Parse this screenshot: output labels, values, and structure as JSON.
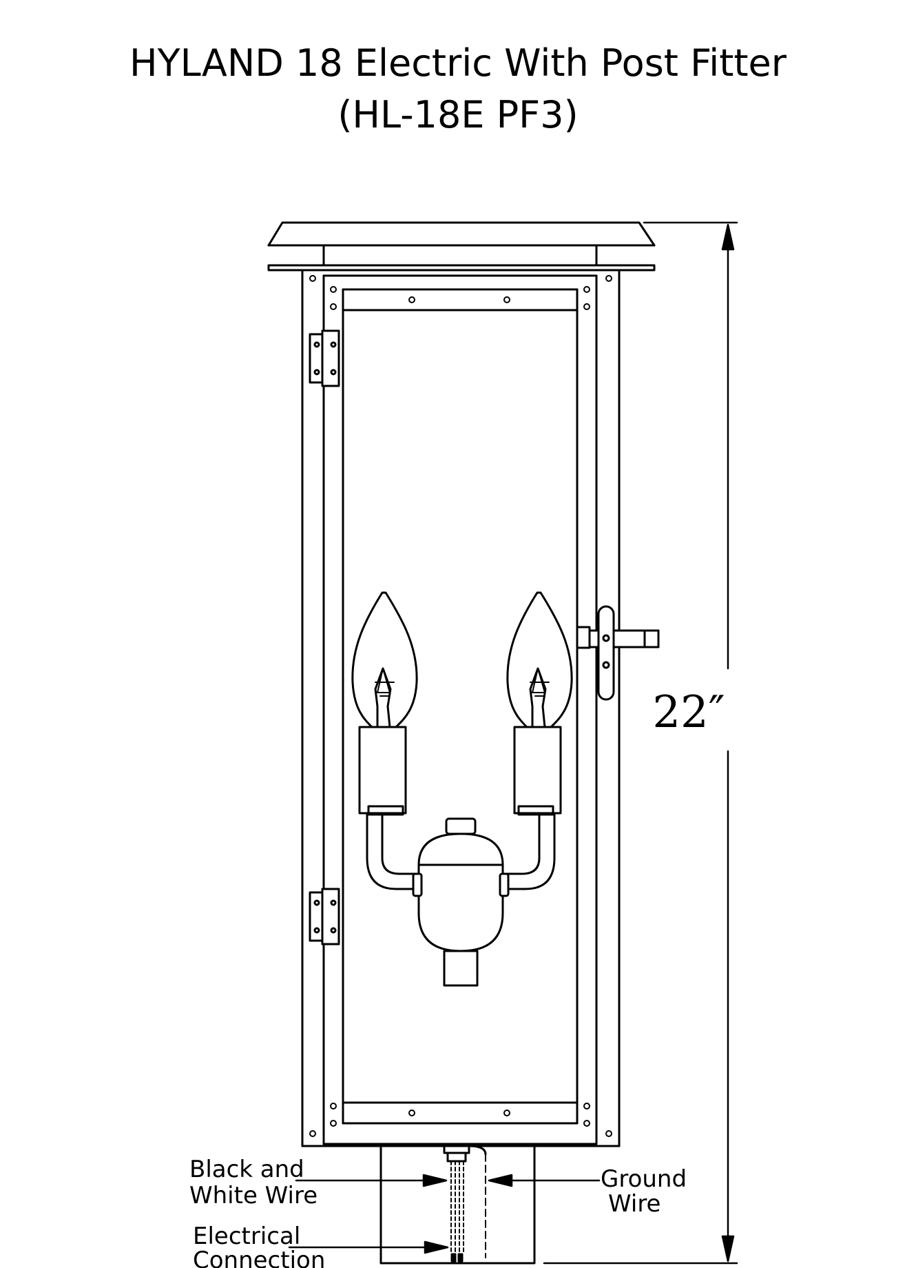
{
  "title": {
    "line1": "HYLAND 18 Electric With Post Fitter",
    "line2": "(HL-18E  PF3)"
  },
  "dimension": {
    "height_label": "22″"
  },
  "callouts": {
    "black_white_wire": [
      "Black and",
      "White Wire"
    ],
    "ground_wire": [
      "Ground",
      "Wire"
    ],
    "electrical_connection": [
      "Electrical",
      "Connection"
    ]
  },
  "colors": {
    "line": "#000000",
    "background": "#ffffff"
  }
}
